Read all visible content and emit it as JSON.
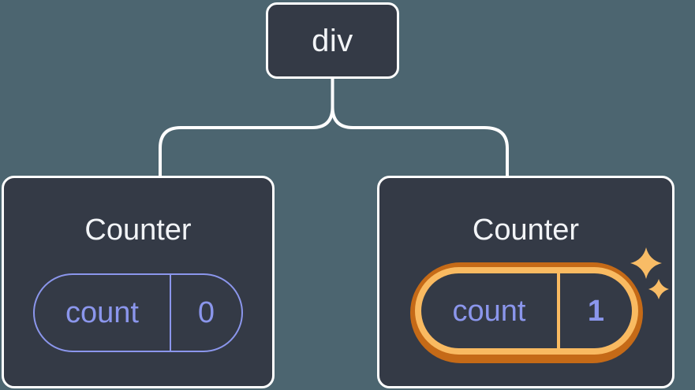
{
  "figure": {
    "type": "component-tree-diagram",
    "root": {
      "label": "div"
    },
    "children": [
      {
        "title": "Counter",
        "state_name": "count",
        "state_value": "0",
        "highlighted": false
      },
      {
        "title": "Counter",
        "state_name": "count",
        "state_value": "1",
        "highlighted": true
      }
    ]
  },
  "colors": {
    "canvas_bg": "#4C6570",
    "node_bg": "#343A46",
    "node_border": "#FFFFFF",
    "connector_line": "#FFFFFF",
    "text_primary": "#F2F4F7",
    "state_accent_purple": "#8B96EC",
    "highlight_orange_dark": "#C56A17",
    "highlight_orange_light": "#F9BA61",
    "sparkle": "#F8BC66"
  }
}
